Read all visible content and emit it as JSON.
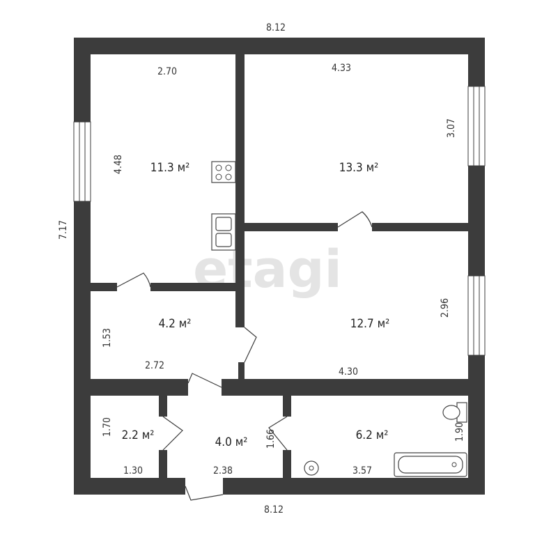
{
  "watermark": "etagi",
  "dimensions": {
    "top_width": "8.12",
    "bottom_width": "8.12",
    "left_height": "7.17"
  },
  "rooms": [
    {
      "id": "kitchen",
      "area": "11.3 м²",
      "width": "2.70",
      "height": "4.48"
    },
    {
      "id": "room-top-right",
      "area": "13.3 м²",
      "width": "4.33",
      "height": "3.07"
    },
    {
      "id": "room-mid-right",
      "area": "12.7 м²",
      "width": "4.30",
      "height": "2.96"
    },
    {
      "id": "hall",
      "area": "4.2 м²",
      "width": "2.72",
      "height": "1.53"
    },
    {
      "id": "small-room",
      "area": "2.2 м²",
      "width": "1.30",
      "height": "1.70"
    },
    {
      "id": "corridor",
      "area": "4.0 м²",
      "width": "2.38",
      "height": "1.66"
    },
    {
      "id": "bathroom",
      "area": "6.2 м²",
      "width": "3.57",
      "height": "1.90"
    }
  ]
}
